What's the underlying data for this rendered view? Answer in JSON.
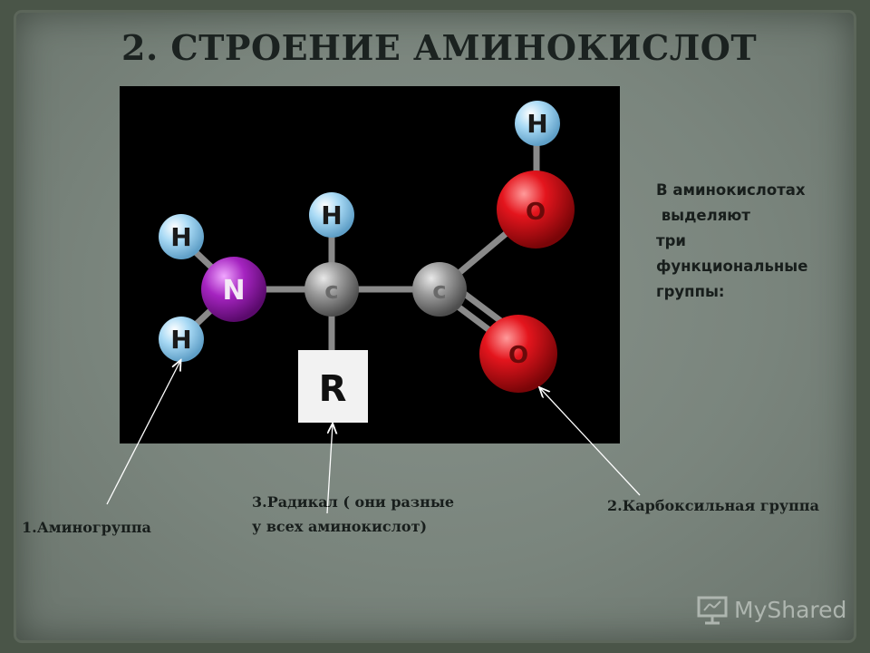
{
  "slide": {
    "title": "2. СТРОЕНИЕ АМИНОКИСЛОТ",
    "description_lines": [
      "В аминокислотах",
      " выделяют",
      "три",
      "функциональные",
      "группы:"
    ],
    "labels": {
      "amino": "1.Аминогруппа",
      "radical_line1": "3.Радикал ( они разные",
      "radical_line2": "у всех аминокислот)",
      "carboxyl": "2.Карбоксильная группа"
    },
    "atoms": {
      "h": "H",
      "n": "N",
      "c": "c",
      "o": "O",
      "r": "R"
    },
    "colors": {
      "hydrogen": "#8fc9ec",
      "nitrogen": "#9b1fb3",
      "carbon": "#8e8e8e",
      "oxygen": "#e1141c"
    },
    "watermark": "MyShared"
  }
}
